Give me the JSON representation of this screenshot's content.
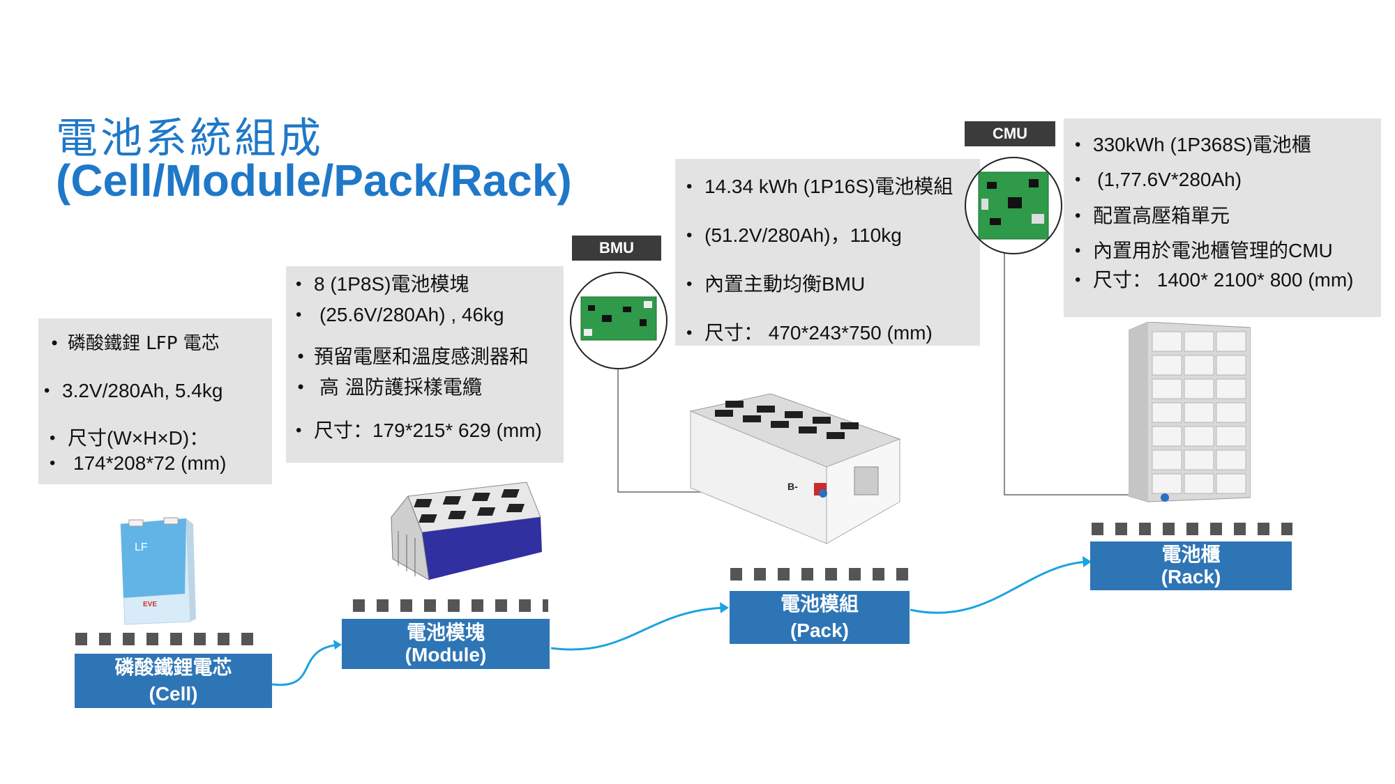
{
  "title": {
    "line1": "電池系統組成",
    "line2": "(Cell/Module/Pack/Rack)"
  },
  "cell": {
    "specs": [
      "磷酸鐵鋰 LFP 電芯",
      "3.2V/280Ah, 5.4kg",
      "尺寸(W×H×D)：",
      "174*208*72 (mm)"
    ],
    "label_line1": "磷酸鐵鋰電芯",
    "label_line2": "(Cell)",
    "product_text": "LF",
    "brand_text": "EVE"
  },
  "module": {
    "specs": [
      "8 (1P8S)電池模塊",
      "(25.6V/280Ah) , 46kg",
      "預留電壓和溫度感測器和",
      "高  溫防護採樣電纜",
      "尺寸：179*215* 629 (mm)"
    ],
    "label_line1": "電池模塊",
    "label_line2": "(Module)"
  },
  "pack": {
    "specs": [
      "14.34 kWh (1P16S)電池模組",
      "(51.2V/280Ah)，110kg",
      "內置主動均衡BMU",
      "尺寸：  470*243*750 (mm)"
    ],
    "label_line1": "電池模組",
    "label_line2": "(Pack)",
    "terminal_text": "B-"
  },
  "rack": {
    "specs": [
      "330kWh (1P368S)電池櫃",
      "(1,77.6V*280Ah)",
      "配置高壓箱單元",
      "內置用於電池櫃管理的CMU",
      "尺寸：   1400* 2100* 800  (mm)"
    ],
    "label_line1": "電池櫃",
    "label_line2": "(Rack)"
  },
  "tags": {
    "bmu": "BMU",
    "cmu": "CMU"
  },
  "colors": {
    "accent": "#2e75b6",
    "title": "#1f78c8",
    "flow_arrow": "#1aa3e0",
    "panel": "#e3e3e3"
  }
}
